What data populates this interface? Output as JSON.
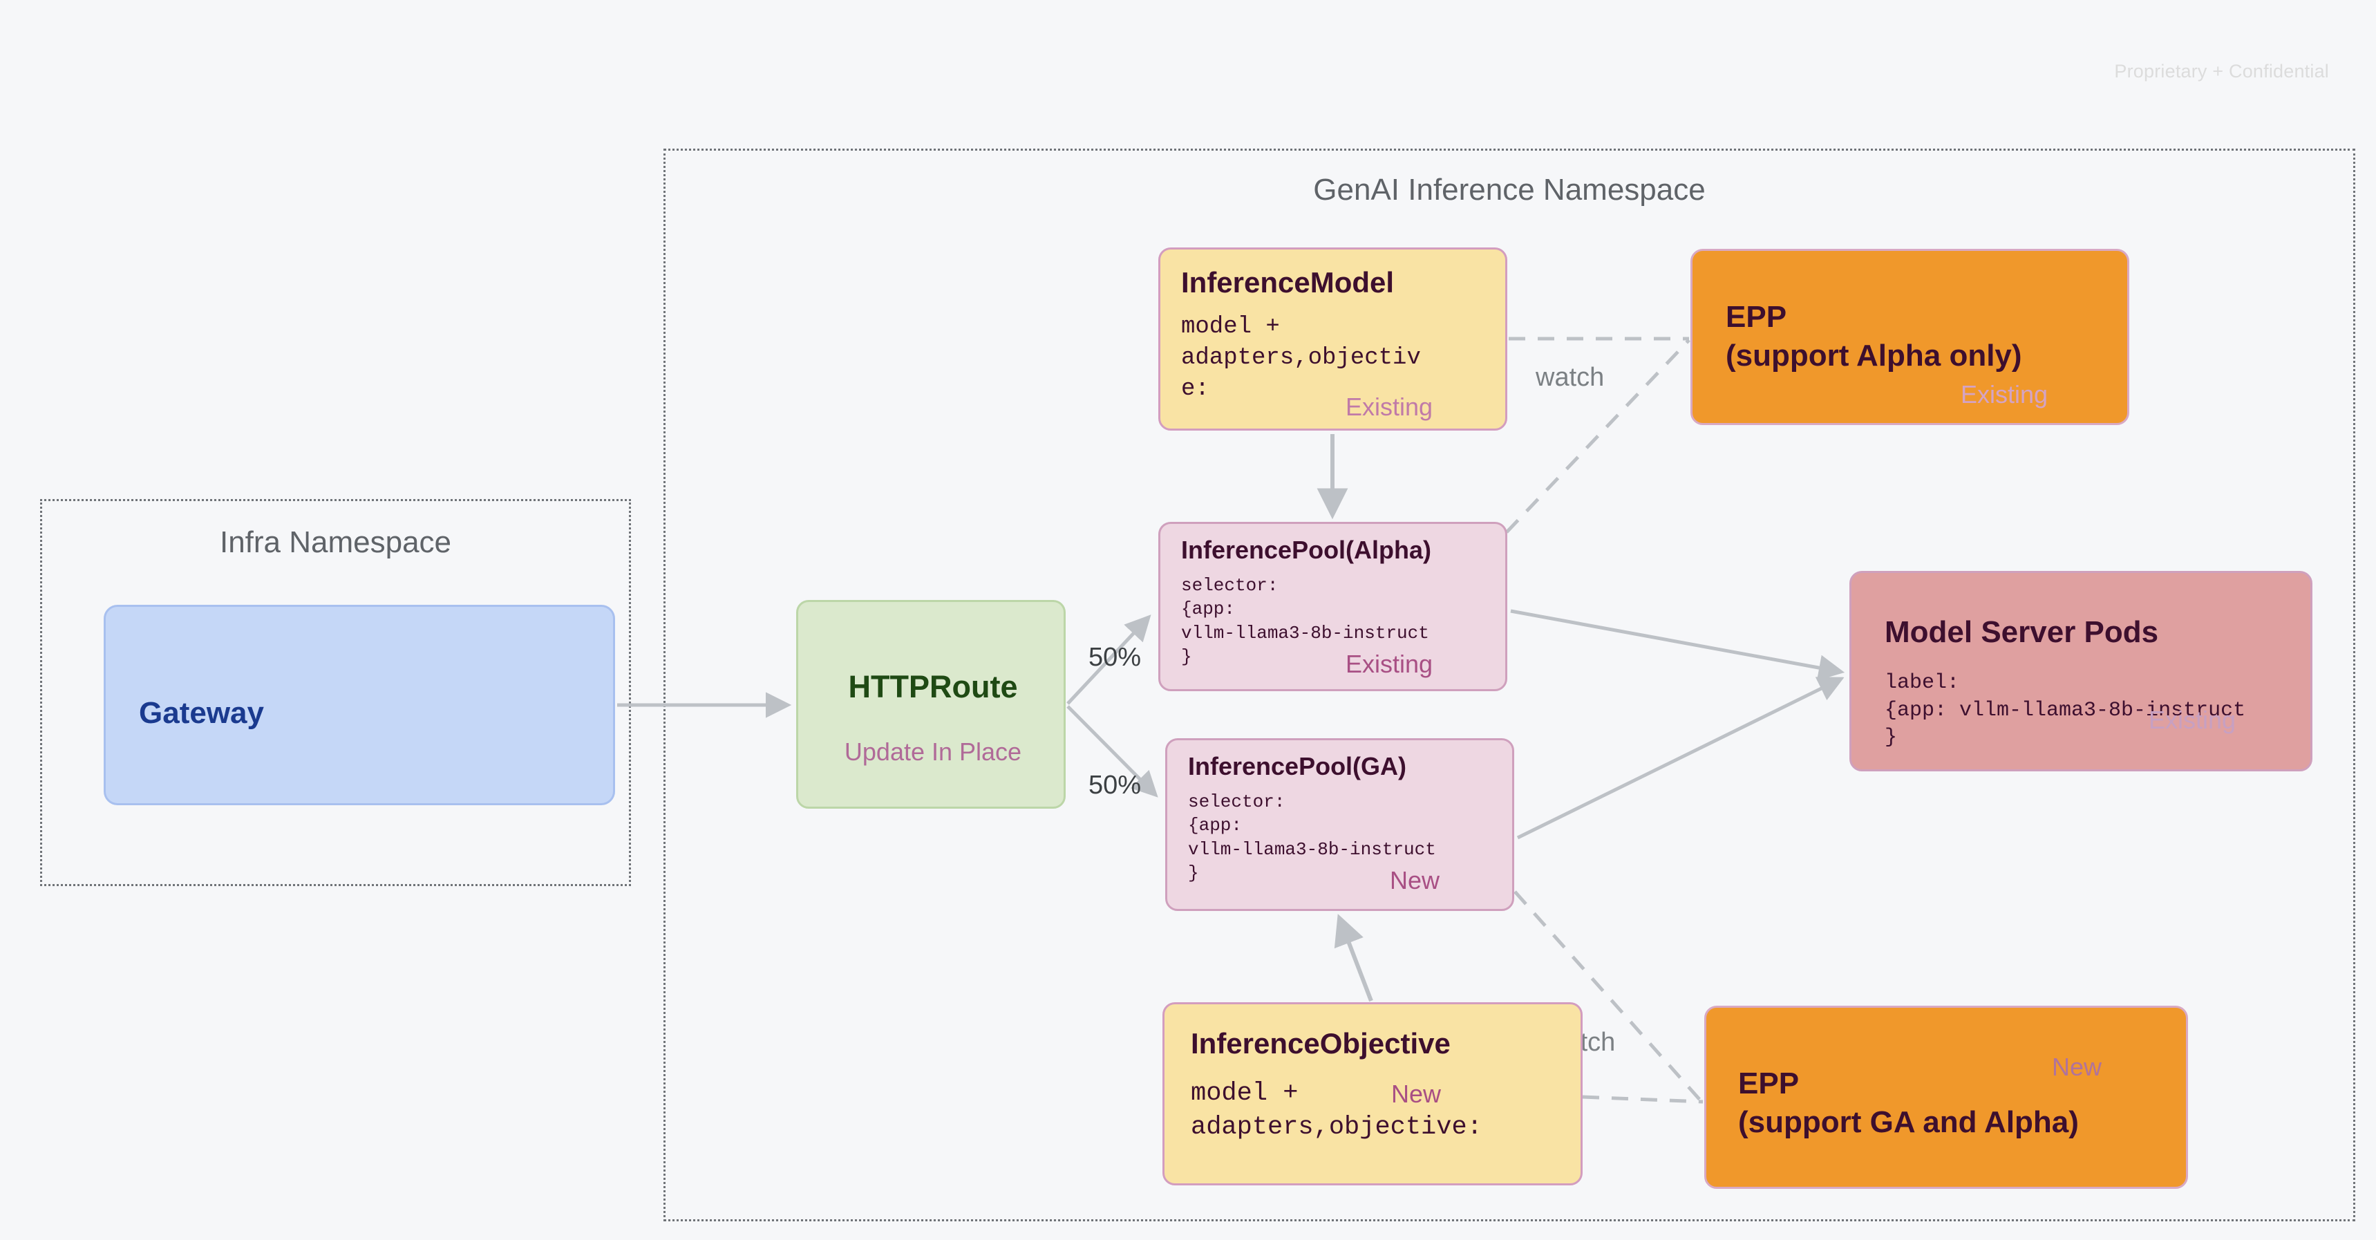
{
  "watermark": "Proprietary + Confidential",
  "namespaces": [
    {
      "id": "infra",
      "title": "Infra Namespace"
    },
    {
      "id": "genai",
      "title": "GenAI Inference Namespace"
    }
  ],
  "nodes": {
    "gateway": {
      "title": "Gateway",
      "fill": "#c5d7f7",
      "text_color": "#1a3a8f"
    },
    "httproute": {
      "title": "HTTPRoute",
      "subtitle": "Update In Place",
      "fill": "#dbe9cd",
      "text_color": "#1f4a14",
      "subtitle_color": "#b06a98"
    },
    "inference_model": {
      "title": "InferenceModel",
      "body": "model +\nadapters,objectiv\ne:",
      "badge": "Existing",
      "fill": "#f9e3a4"
    },
    "inference_pool_alpha": {
      "title": "InferencePool(Alpha)",
      "body": "selector:\n{app:\nvllm-llama3-8b-instruct\n}",
      "badge": "Existing",
      "fill": "#eed7e2"
    },
    "inference_pool_ga": {
      "title": "InferencePool(GA)",
      "body": "selector:\n{app:\nvllm-llama3-8b-instruct\n}",
      "badge": "New",
      "fill": "#eed7e2"
    },
    "inference_objective": {
      "title": "InferenceObjective",
      "body": "model +\nadapters,objective:",
      "badge": "New",
      "fill": "#f9e3a4"
    },
    "epp_alpha": {
      "title": "EPP\n(support Alpha only)",
      "badge": "Existing",
      "fill": "#f0982b"
    },
    "epp_ga": {
      "title": "EPP\n(support GA and Alpha)",
      "badge": "New",
      "fill": "#f0982b"
    },
    "model_server_pods": {
      "title": "Model Server Pods",
      "body": "label:\n{app: vllm-llama3-8b-instruct\n}",
      "badge": "Existing",
      "fill": "#dfa0a0"
    }
  },
  "edges": {
    "split_top_label": "50%",
    "split_bottom_label": "50%",
    "watch_top_label": "watch",
    "watch_bottom_label": "watch"
  },
  "colors": {
    "background": "#f6f7f9",
    "edge_stroke": "#bdc1c6",
    "namespace_border": "#6f7378",
    "namespace_title": "#5f6368",
    "badge_existing": "#c07aa8",
    "badge_new": "#a84f84",
    "dark_text": "#3d0f2e"
  }
}
